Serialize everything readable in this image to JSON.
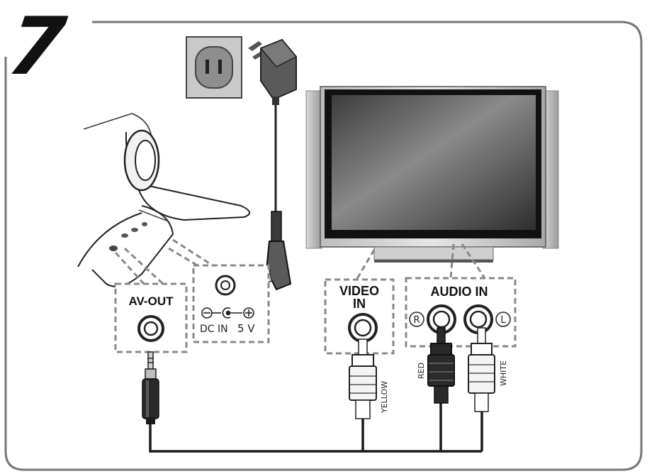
{
  "step": {
    "number": "7"
  },
  "labels": {
    "av_out": "AV-OUT",
    "dc_in": "DC IN",
    "dc_voltage": "5 V",
    "video_in_line1": "VIDEO",
    "video_in_line2": "IN",
    "audio_in": "AUDIO IN",
    "channel_right": "R",
    "channel_left": "L",
    "cable_yellow": "YELLOW",
    "cable_red": "RED",
    "cable_white": "WHITE"
  },
  "colors": {
    "frame": "#777777",
    "callout": "#888888",
    "plug_dark": "#2a2a2a",
    "plug_light": "#f4f4f4"
  },
  "icons": [
    "power-outlet-icon",
    "ac-adapter-icon",
    "television-icon",
    "portable-player-icon",
    "jack-plug-icon",
    "rca-plug-icon"
  ]
}
